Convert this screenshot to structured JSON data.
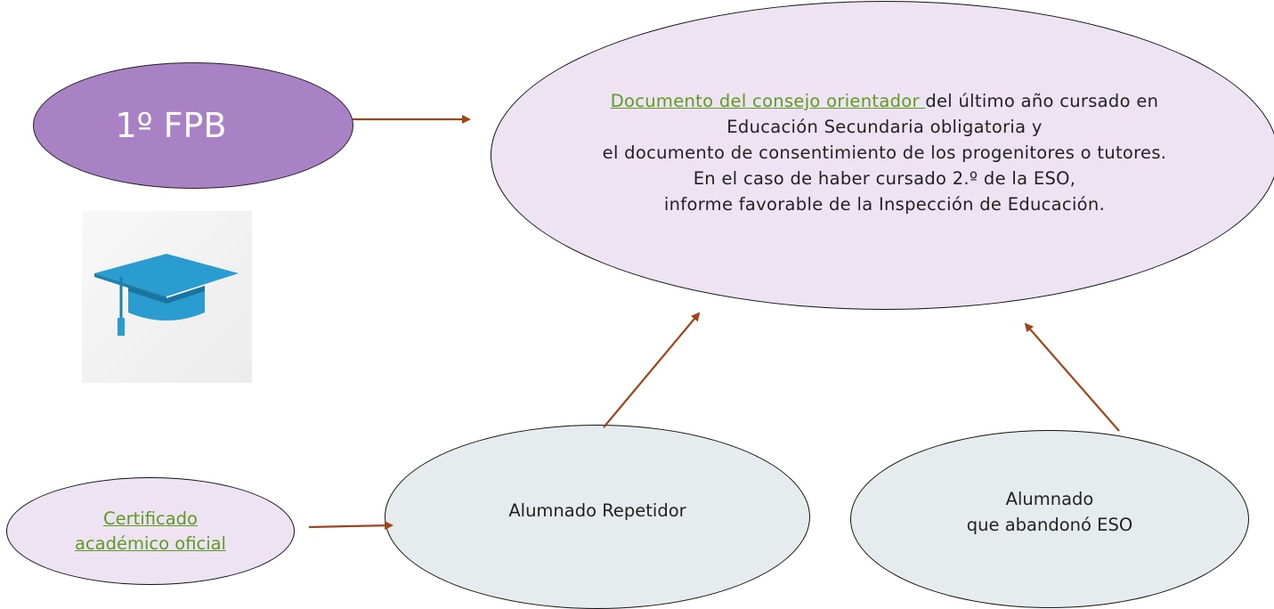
{
  "fpb": {
    "label": "1º FPB"
  },
  "main": {
    "link": "Documento del consejo orientador ",
    "line1_rest": "del último año cursado en",
    "line2": "Educación Secundaria obligatoria y",
    "line3": "el documento de consentimiento de los progenitores o tutores.",
    "line4": "En el caso de haber cursado 2.º de la ESO,",
    "line5": "informe favorable de la Inspección de Educación."
  },
  "certificado": {
    "line1": "Certificado",
    "line2": " académico oficial"
  },
  "repetidor": {
    "label": "Alumnado Repetidor"
  },
  "abandono": {
    "line1": "Alumnado",
    "line2": "que abandonó ESO"
  },
  "colors": {
    "fpb_fill": "#a982c6",
    "main_fill": "#ede3f2",
    "student_fill": "#e6ecee",
    "arrow": "#a0451a",
    "link": "#5f9a22",
    "cap": "#2b9ccf"
  },
  "icons": {
    "cap": "graduation-cap-icon"
  }
}
